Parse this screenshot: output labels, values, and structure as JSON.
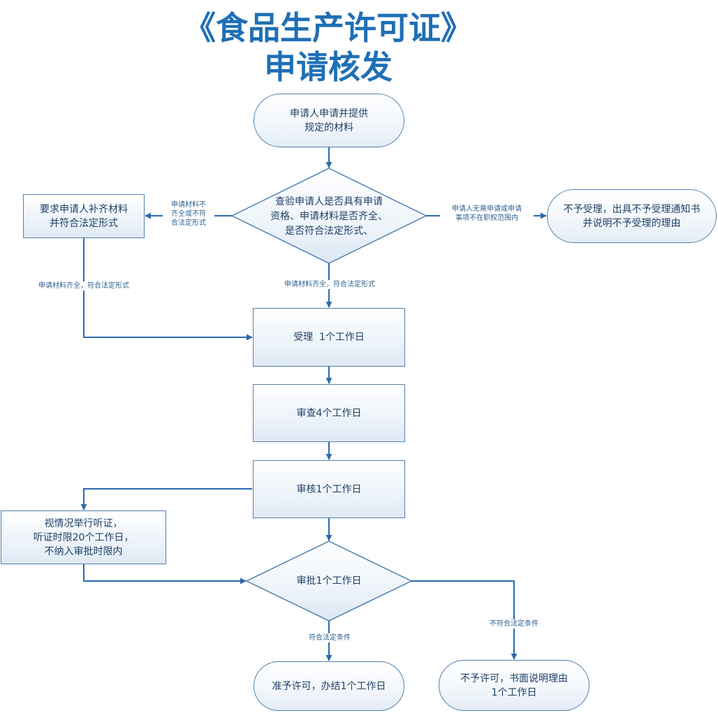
{
  "title": {
    "line1": "《食品生产许可证》",
    "line2": "申请核发"
  },
  "nodes": {
    "start": [
      "申请人申请并提供",
      "规定的材料"
    ],
    "check": [
      "查验申请人是否具有申请",
      "资格、申请材料是否齐全、",
      "是否符合法定形式、"
    ],
    "supplement": [
      "要求申请人补齐材料",
      "并符合法定形式"
    ],
    "reject_accept": [
      "不予受理，出具不予受理通知书",
      "并说明不予受理的理由"
    ],
    "accept": "受理  1个工作日",
    "review": "审查4个工作日",
    "audit": "审核1个工作日",
    "hearing": [
      "视情况举行听证，",
      "听证时限20个工作日，",
      "不纳入审批时限内"
    ],
    "approve": "审批1个工作日",
    "grant": "准予许可，办结1个工作日",
    "deny": [
      "不予许可，书面说明理由",
      "1个工作日"
    ]
  },
  "edges": {
    "incomplete": [
      "申请材料不",
      "齐全或不符",
      "合法定形式"
    ],
    "not_applicable": [
      "申请人无需申请或申请",
      "事项不在职权范围内"
    ],
    "complete_left": "申请材料齐全，符合法定形式",
    "complete_center": "申请材料齐全，符合法定形式",
    "qualified": "符合法定条件",
    "not_qualified": "不符合法定条件"
  },
  "colors": {
    "title": "#1f6fb6",
    "stroke": "#4f7fae",
    "arrow": "#2a6aad",
    "text": "#1f3f66"
  }
}
